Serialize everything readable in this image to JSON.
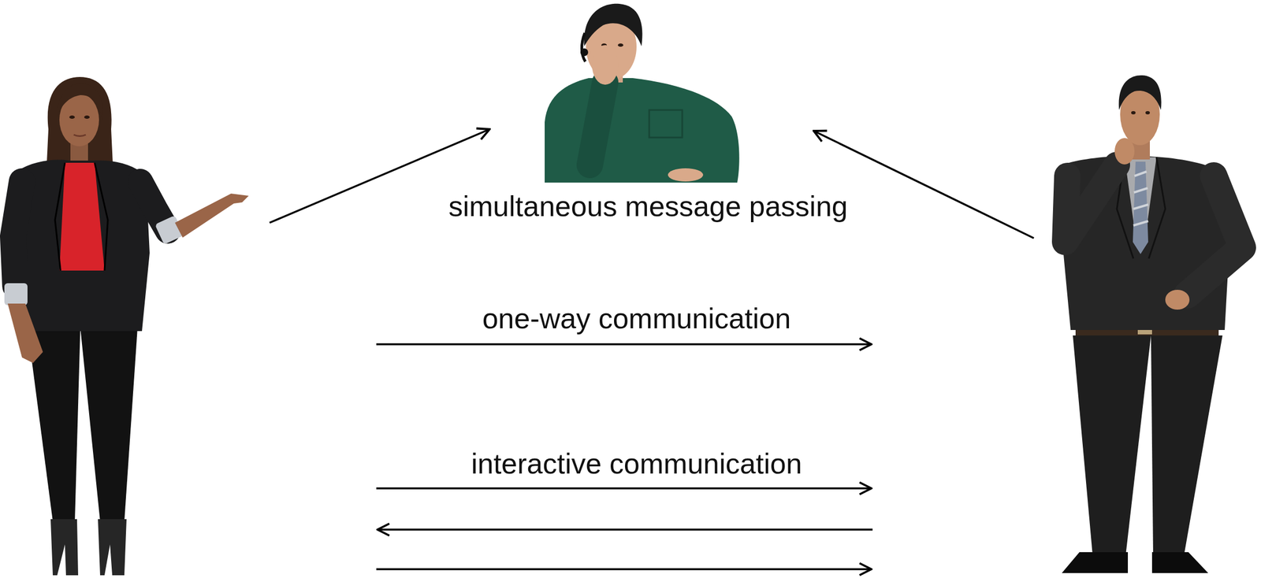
{
  "diagram": {
    "labels": [
      "simultaneous message passing",
      "one-way communication",
      "interactive communication"
    ]
  }
}
